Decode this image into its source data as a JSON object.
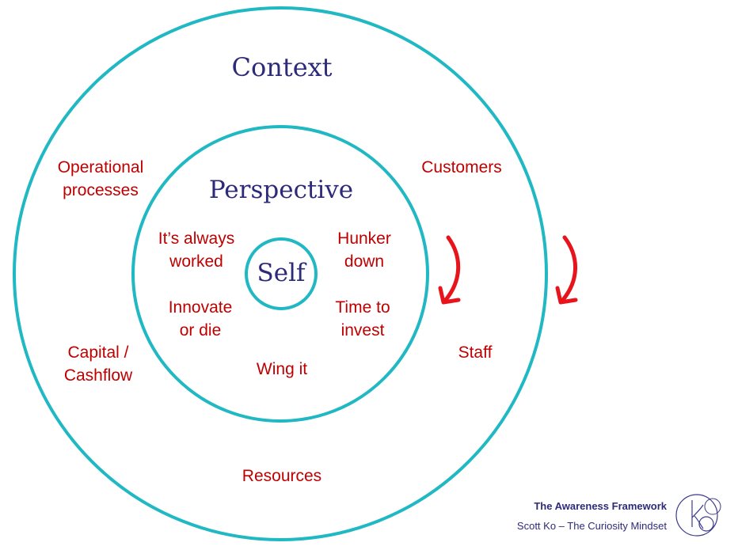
{
  "diagram": {
    "rings": {
      "outer_title": "Context",
      "middle_title": "Perspective",
      "inner_title": "Self"
    },
    "context_items": {
      "operational": [
        "Operational",
        "processes"
      ],
      "customers": [
        "Customers"
      ],
      "capital": [
        "Capital /",
        "Cashflow"
      ],
      "staff": [
        "Staff"
      ],
      "resources": [
        "Resources"
      ]
    },
    "perspective_items": {
      "always_worked": [
        "It’s always",
        "worked"
      ],
      "hunker_down": [
        "Hunker",
        "down"
      ],
      "innovate": [
        "Innovate",
        "or die"
      ],
      "time_to_invest": [
        "Time to",
        "invest"
      ],
      "wing_it": [
        "Wing it"
      ]
    },
    "colors": {
      "ring": "#1fb8c3",
      "heading": "#2e2a7a",
      "item_text": "#c00000",
      "arrow": "#e8141b"
    },
    "arrows": [
      "rotation-arrow-icon",
      "rotation-arrow-icon"
    ]
  },
  "footer": {
    "title": "The Awareness Framework",
    "author": "Scott Ko – The Curiosity Mindset",
    "logo_icon": "ko-monogram-logo"
  }
}
